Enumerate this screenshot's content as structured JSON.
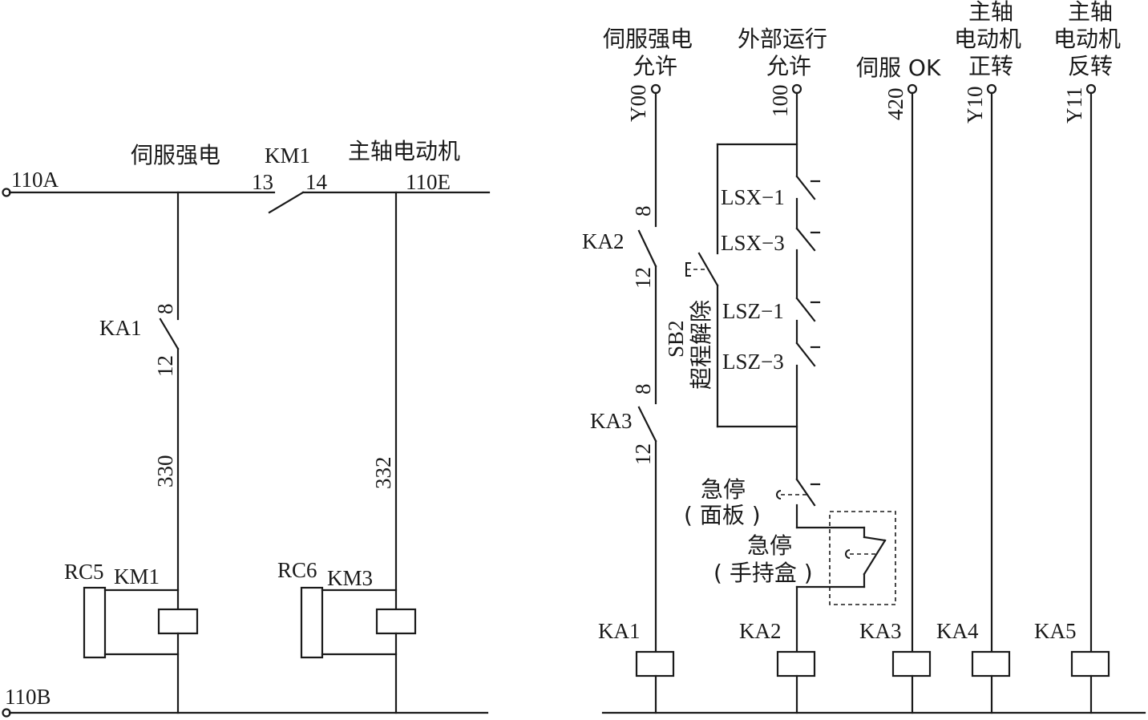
{
  "left": {
    "bus_top": "110A",
    "bus_bottom": "110B",
    "label_servo": "伺服强电",
    "label_km1": "KM1",
    "label_13": "13",
    "label_14": "14",
    "label_spindle": "主轴电动机",
    "label_110e": "110E",
    "ka1_label": "KA1",
    "ka1_t8": "8",
    "ka1_t12": "12",
    "wire_330": "330",
    "wire_332": "332",
    "rc5": "RC5",
    "km1_coil": "KM1",
    "rc6": "RC6",
    "km3_coil": "KM3"
  },
  "right": {
    "col1_line1": "伺服强电",
    "col1_line2": "允许",
    "col1_pin": "Y00",
    "col2_line1": "外部运行",
    "col2_line2": "允许",
    "col2_pin": "100",
    "col3_line1": "伺服 OK",
    "col3_pin": "420",
    "col4_line1": "主轴",
    "col4_line2": "电动机",
    "col4_line3": "正转",
    "col4_pin": "Y10",
    "col5_line1": "主轴",
    "col5_line2": "电动机",
    "col5_line3": "反转",
    "col5_pin": "Y11",
    "ka2_label": "KA2",
    "ka2_t8": "8",
    "ka2_t12": "12",
    "ka3_label": "KA3",
    "ka3_t8": "8",
    "ka3_t12": "12",
    "lsx1": "LSX−1",
    "lsx3": "LSX−3",
    "lsz1": "LSZ−1",
    "lsz3": "LSZ−3",
    "sb2": "SB2",
    "sb2_desc": "超程解除",
    "estop_panel_1": "急停",
    "estop_panel_2": "( 面板 )",
    "estop_box_1": "急停",
    "estop_box_2": "( 手持盒 )",
    "coil_ka1": "KA1",
    "coil_ka2": "KA2",
    "coil_ka3": "KA3",
    "coil_ka4": "KA4",
    "coil_ka5": "KA5"
  }
}
